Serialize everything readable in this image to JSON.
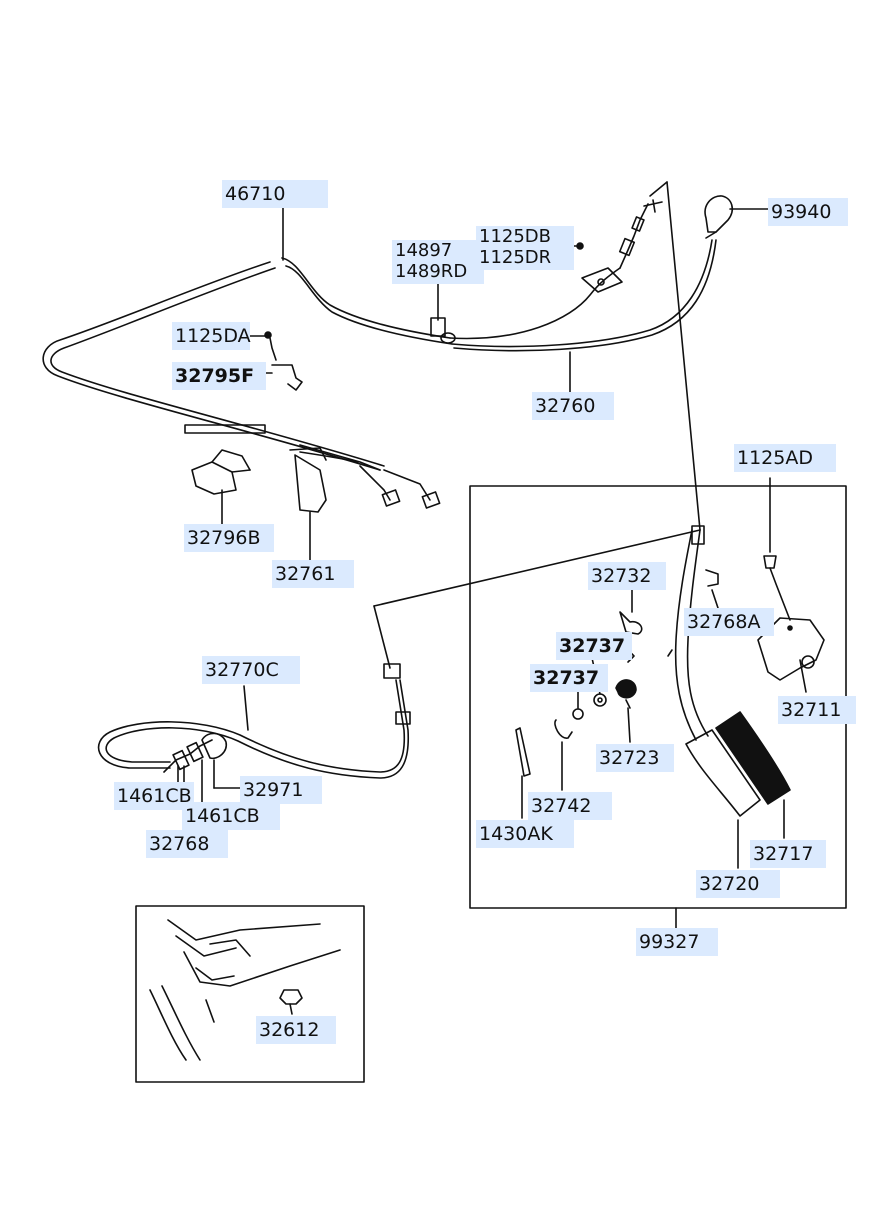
{
  "diagram": {
    "colors": {
      "line": "#111111",
      "label_bg": "#dbeafe",
      "background": "#ffffff"
    },
    "parts": {
      "p46710": "46710",
      "p14897": "14897",
      "p1489RD": "1489RD",
      "p1125DB": "1125DB",
      "p1125DR": "1125DR",
      "p93940": "93940",
      "p1125DA": "1125DA",
      "p32795F": "32795F",
      "p32760": "32760",
      "p1125AD": "1125AD",
      "p32796B": "32796B",
      "p32761": "32761",
      "p32732": "32732",
      "p32768A": "32768A",
      "p32737a": "32737",
      "p32737b": "32737",
      "p32770C": "32770C",
      "p32711": "32711",
      "p32723": "32723",
      "p32971": "32971",
      "p1461CBa": "1461CB",
      "p1461CBb": "1461CB",
      "p32742": "32742",
      "p32768": "32768",
      "p1430AK": "1430AK",
      "p32717": "32717",
      "p32720": "32720",
      "p99327": "99327",
      "p32612": "32612"
    }
  }
}
